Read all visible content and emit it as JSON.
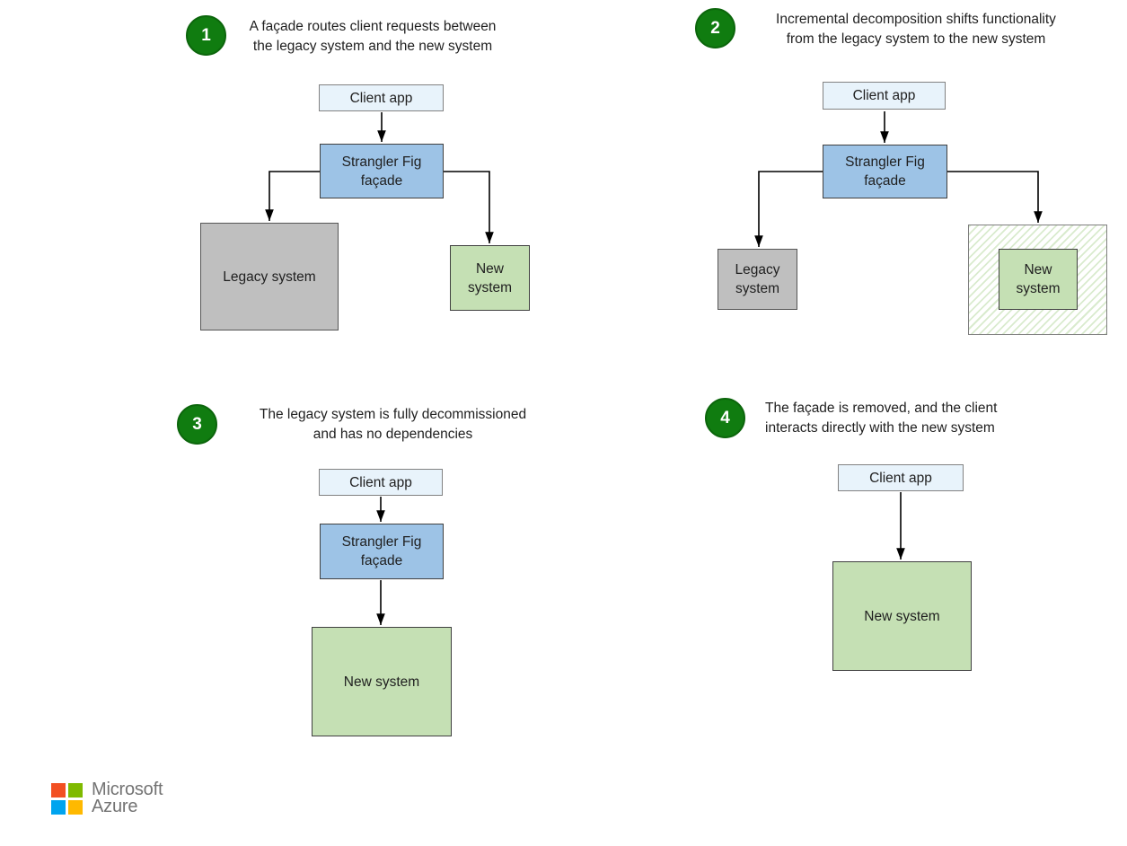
{
  "colors": {
    "badge_green": "#107C10",
    "client_fill": "#E8F3FB",
    "client_border": "#828282",
    "facade_fill": "#9DC3E6",
    "legacy_fill": "#BFBFBF",
    "new_fill": "#C5E0B4",
    "dark_border": "#404040",
    "gray_border": "#7F7F7F",
    "arrow_black": "#000000",
    "hatch_green": "#C5E0B4",
    "ms_red": "#F25022",
    "ms_green": "#7FBA00",
    "ms_blue": "#00A4EF",
    "ms_yellow": "#FFB900",
    "ms_text_gray": "#737373"
  },
  "nodes": {
    "client_app": "Client app",
    "facade": "Strangler Fig façade",
    "legacy_system": "Legacy system",
    "new_system": "New system"
  },
  "panels": [
    {
      "badge": "1",
      "caption": [
        "A façade routes client requests between",
        "the legacy system and the new system"
      ]
    },
    {
      "badge": "2",
      "caption": [
        "Incremental decomposition shifts functionality",
        "from the legacy system to the new system"
      ]
    },
    {
      "badge": "3",
      "caption": [
        "The legacy system is fully decommissioned",
        "and has no dependencies"
      ]
    },
    {
      "badge": "4",
      "caption": [
        "The façade is removed, and the client",
        "interacts directly with the new system"
      ]
    }
  ],
  "footer": {
    "brand_line1": "Microsoft",
    "brand_line2": "Azure"
  }
}
